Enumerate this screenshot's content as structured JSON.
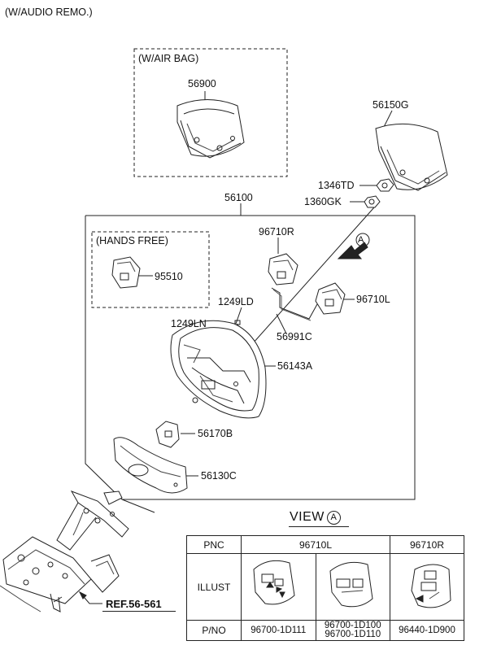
{
  "headers": {
    "audio_remote": "(W/AUDIO REMO.)",
    "air_bag": "(W/AIR BAG)",
    "hands_free": "(HANDS FREE)"
  },
  "parts": {
    "p56900": "56900",
    "p56150g": "56150G",
    "p1346td": "1346TD",
    "p1360gk": "1360GK",
    "p56100": "56100",
    "p96710r": "96710R",
    "p95510": "95510",
    "p96710l": "96710L",
    "p1249ld": "1249LD",
    "p1249ln": "1249LN",
    "p56991c": "56991C",
    "p56143a": "56143A",
    "p56170b": "56170B",
    "p56130c": "56130C"
  },
  "view_marker": "A",
  "reference": "REF.56-561",
  "view_table": {
    "title": "VIEW",
    "marker": "A",
    "pnc_label": "PNC",
    "illust_label": "ILLUST",
    "pno_label": "P/NO",
    "col_left": "96710L",
    "col_right": "96710R",
    "pno_1": "96700-1D111",
    "pno_2a": "96700-1D100",
    "pno_2b": "96700-1D110",
    "pno_3": "96440-1D900"
  }
}
